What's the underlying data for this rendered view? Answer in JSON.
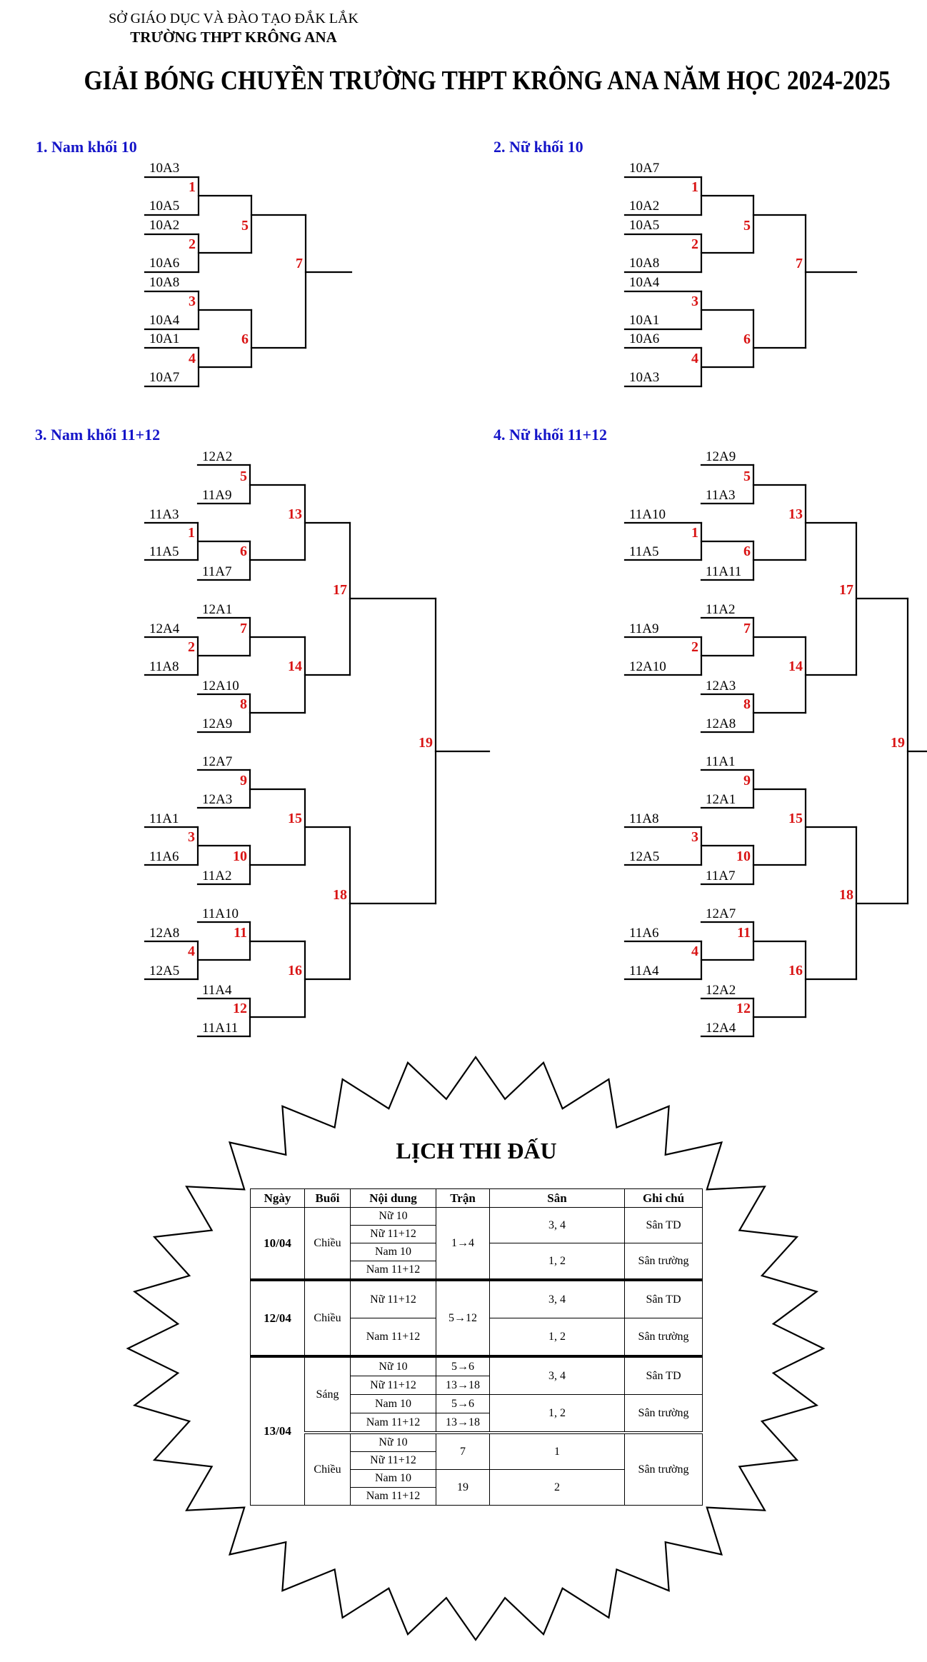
{
  "header": {
    "department": "SỞ GIÁO DỤC VÀ ĐÀO TẠO ĐẮK LẮK",
    "school": "TRƯỜNG THPT KRÔNG ANA",
    "title": "GIẢI BÓNG CHUYỀN TRƯỜNG THPT KRÔNG ANA NĂM HỌC 2024-2025"
  },
  "colors": {
    "section_title": "#1414c8",
    "match_number": "#d91414",
    "line": "#000000",
    "background": "#ffffff"
  },
  "brackets": [
    {
      "title": "1. Nam khối 10",
      "teams": [
        "10A3",
        "10A5",
        "10A2",
        "10A6",
        "10A8",
        "10A4",
        "10A1",
        "10A7"
      ],
      "matches": [
        "1",
        "2",
        "3",
        "4",
        "5",
        "6",
        "7"
      ]
    },
    {
      "title": "2. Nữ khối 10",
      "teams": [
        "10A7",
        "10A2",
        "10A5",
        "10A8",
        "10A4",
        "10A1",
        "10A6",
        "10A3"
      ],
      "matches": [
        "1",
        "2",
        "3",
        "4",
        "5",
        "6",
        "7"
      ]
    },
    {
      "title": "3. Nam khối 11+12",
      "teams": [
        "12A2",
        "11A9",
        "11A3",
        "11A5",
        "11A7",
        "12A1",
        "12A4",
        "11A8",
        "12A10",
        "12A9",
        "12A7",
        "12A3",
        "11A1",
        "11A6",
        "11A2",
        "11A10",
        "12A8",
        "12A5",
        "11A4",
        "11A11"
      ],
      "matches": [
        "1",
        "2",
        "3",
        "4",
        "5",
        "6",
        "7",
        "8",
        "9",
        "10",
        "11",
        "12",
        "13",
        "14",
        "15",
        "16",
        "17",
        "18",
        "19"
      ]
    },
    {
      "title": "4. Nữ khối 11+12",
      "teams": [
        "12A9",
        "11A3",
        "11A10",
        "11A5",
        "11A11",
        "11A2",
        "11A9",
        "12A10",
        "12A3",
        "12A8",
        "11A1",
        "12A1",
        "11A8",
        "12A5",
        "11A7",
        "12A7",
        "11A6",
        "11A4",
        "12A2",
        "12A4"
      ],
      "matches": [
        "1",
        "2",
        "3",
        "4",
        "5",
        "6",
        "7",
        "8",
        "9",
        "10",
        "11",
        "12",
        "13",
        "14",
        "15",
        "16",
        "17",
        "18",
        "19"
      ]
    }
  ],
  "schedule": {
    "title": "LỊCH THI ĐẤU",
    "headers": [
      "Ngày",
      "Buổi",
      "Nội dung",
      "Trận",
      "Sân",
      "Ghi chú"
    ],
    "days": [
      {
        "date": "10/04",
        "sessions": [
          {
            "name": "Chiều",
            "events": [
              "Nữ 10",
              "Nữ 11+12",
              "Nam 10",
              "Nam 11+12"
            ],
            "matches": [
              "1→4"
            ],
            "courts": [
              "3, 4",
              "1, 2"
            ],
            "notes": [
              "Sân TD",
              "Sân trường"
            ]
          }
        ]
      },
      {
        "date": "12/04",
        "sessions": [
          {
            "name": "Chiều",
            "events": [
              "Nữ 11+12",
              "Nam 11+12"
            ],
            "matches": [
              "5→12"
            ],
            "courts": [
              "3, 4",
              "1, 2"
            ],
            "notes": [
              "Sân TD",
              "Sân trường"
            ]
          }
        ]
      },
      {
        "date": "13/04",
        "sessions": [
          {
            "name": "Sáng",
            "events": [
              "Nữ 10",
              "Nữ 11+12",
              "Nam 10",
              "Nam 11+12"
            ],
            "matches": [
              "5→6",
              "13→18",
              "5→6",
              "13→18"
            ],
            "courts": [
              "3, 4",
              "1, 2"
            ],
            "notes": [
              "Sân TD",
              "Sân trường"
            ]
          },
          {
            "name": "Chiều",
            "events": [
              "Nữ 10",
              "Nữ 11+12",
              "Nam 10",
              "Nam 11+12"
            ],
            "matches": [
              "7",
              "19"
            ],
            "courts": [
              "1",
              "2"
            ],
            "notes": [
              "Sân trường"
            ]
          }
        ]
      }
    ]
  }
}
